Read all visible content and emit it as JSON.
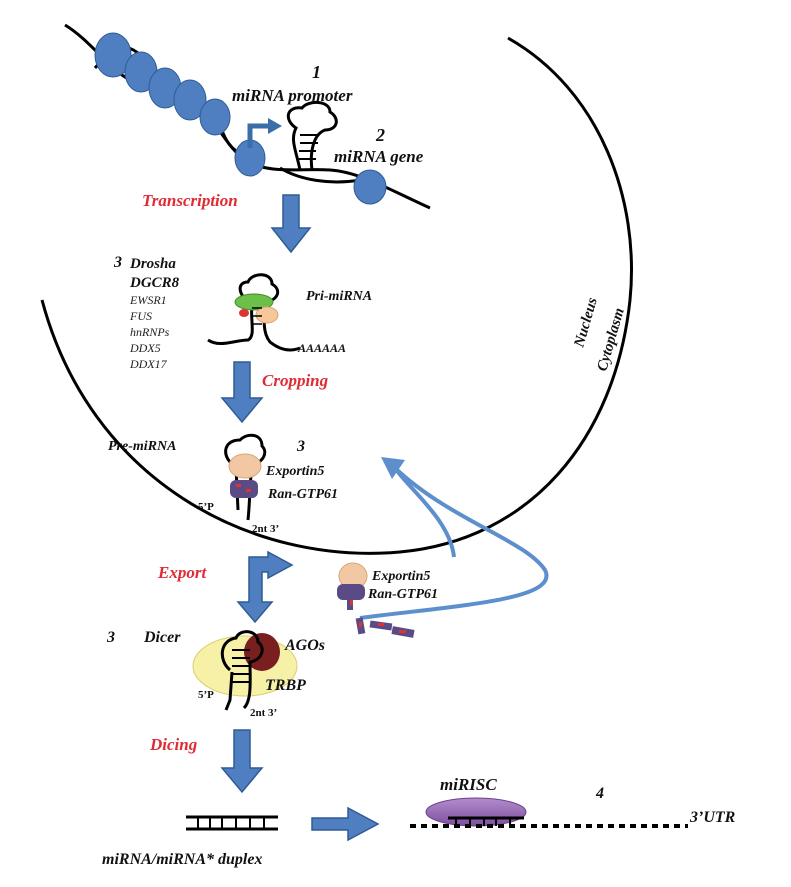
{
  "labels": {
    "step1_number": "1",
    "mirna_promoter": "miRNA promoter",
    "step2_number": "2",
    "mirna_gene": "miRNA gene",
    "transcription": "Transcription",
    "step3a_number": "3",
    "drosha": "Drosha",
    "dgcr8": "DGCR8",
    "cofactors": [
      "EWSR1",
      "FUS",
      "hnRNPs",
      "DDX5",
      "DDX17"
    ],
    "pri_mirna": "Pri-miRNA",
    "poly_a": "AAAAAA",
    "cropping": "Cropping",
    "pre_mirna": "Pre-miRNA",
    "step3b_number": "3",
    "exportin5_nuclear": "Exportin5",
    "ran_gtp_nuclear": "Ran-GTP61",
    "five_p_1": "5’P",
    "two_nt_1": "2nt 3’",
    "nucleus": "Nucleus",
    "cytoplasm": "Cytoplasm",
    "export": "Export",
    "exportin5_cyto": "Exportin5",
    "ran_gtp_cyto": "Ran-GTP61",
    "step3c_number": "3",
    "dicer": "Dicer",
    "agos": "AGOs",
    "trbp": "TRBP",
    "five_p_2": "5’P",
    "two_nt_2": "2nt 3’",
    "dicing": "Dicing",
    "duplex": "miRNA/miRNA* duplex",
    "mirisc": "miRISC",
    "step4_number": "4",
    "utr": "3’UTR"
  },
  "colors": {
    "nucleosome": "#4f7fc0",
    "arrow": "#4f7fc0",
    "arrow_stroke": "#2f5c94",
    "process_red": "#e02b35",
    "drosha_green": "#6cc04a",
    "dgcr8_peach": "#f5c79a",
    "exportin_peach": "#f2c7a3",
    "ran_purple": "#5a4a86",
    "dicer_yellow": "#f7f1a8",
    "ago_maroon": "#7a1f1f",
    "mirisc_purple": "#9b6fb5",
    "recycle_blue": "#5c8fcb"
  }
}
